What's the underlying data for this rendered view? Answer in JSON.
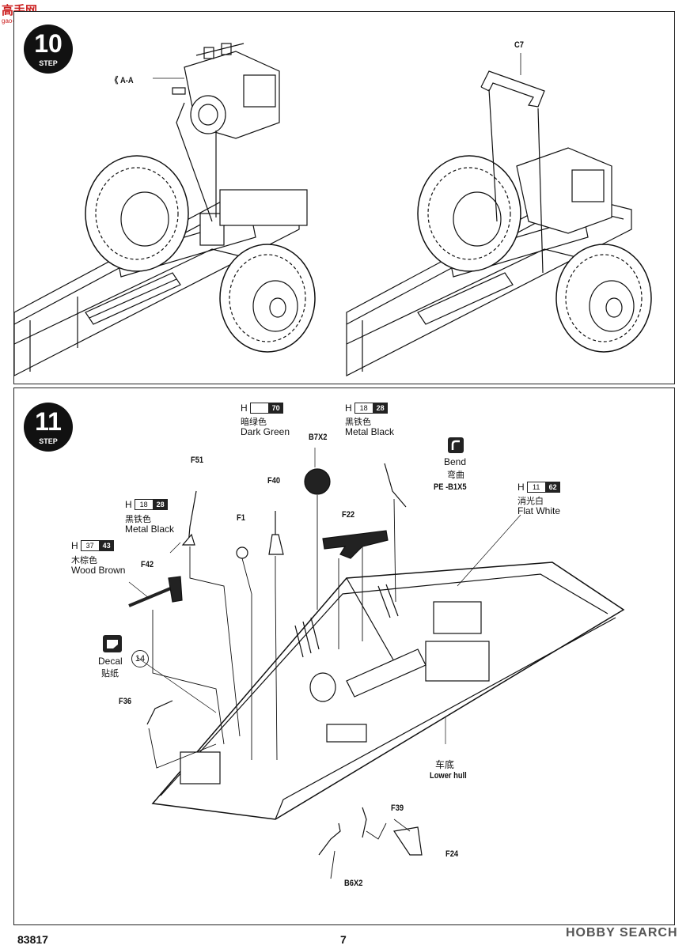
{
  "watermark_top": {
    "text": "高手网",
    "sub": "gao-shou.com"
  },
  "step10": {
    "number": "10",
    "label": "STEP",
    "callouts": {
      "a_a": "《 A-A",
      "c7": "C7"
    }
  },
  "step11": {
    "number": "11",
    "label": "STEP",
    "paints": [
      {
        "h": "H",
        "w": "",
        "b": "70",
        "cn": "暗绿色",
        "en": "Dark Green"
      },
      {
        "h": "H",
        "w": "18",
        "b": "28",
        "cn": "黑铁色",
        "en": "Metal  Black"
      },
      {
        "h": "H",
        "w": "18",
        "b": "28",
        "cn": "黑铁色",
        "en": "Metal  Black"
      },
      {
        "h": "H",
        "w": "37",
        "b": "43",
        "cn": "木棕色",
        "en": "Wood Brown"
      },
      {
        "h": "H",
        "w": "11",
        "b": "62",
        "cn": "消光白",
        "en": "Flat White"
      }
    ],
    "bend": {
      "en": "Bend",
      "cn": "弯曲"
    },
    "decal": {
      "en": "Decal",
      "cn": "贴纸",
      "number": "14"
    },
    "parts": {
      "b7x2": "B7X2",
      "f51": "F51",
      "f40": "F40",
      "f1": "F1",
      "f22": "F22",
      "pe_b1x5": "PE -B1X5",
      "f42": "F42",
      "f36": "F36",
      "f39": "F39",
      "f24": "F24",
      "b6x2": "B6X2"
    },
    "hull": {
      "cn": "车底",
      "en": "Lower hull"
    }
  },
  "footer": {
    "code": "83817",
    "page": "7",
    "brand": "HOBBY SEARCH"
  }
}
